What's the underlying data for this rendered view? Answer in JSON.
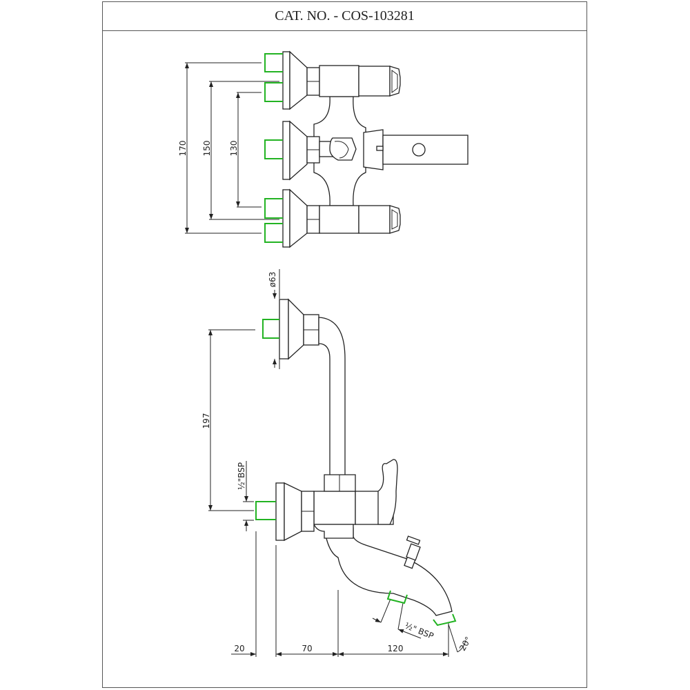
{
  "title": "CAT. NO. - COS-103281",
  "colors": {
    "pipe_end": "#22b322",
    "line": "#222222"
  },
  "top_view": {
    "dims": {
      "d170": "170",
      "d150": "150",
      "d130": "130"
    }
  },
  "side_view": {
    "dims": {
      "diameter": "ø63",
      "d197": "197",
      "bsp_inlet": "½\"BSP",
      "bsp_outlet": "½\" BSP",
      "angle": "20°",
      "d20": "20",
      "d70": "70",
      "d120": "120"
    }
  }
}
